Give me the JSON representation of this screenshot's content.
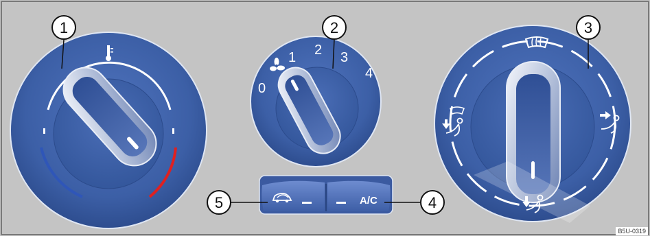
{
  "callouts": {
    "temperature": "1",
    "fan": "2",
    "air_distribution": "3",
    "ac_button": "4",
    "recirculation_button": "5"
  },
  "fan_speeds": [
    "0",
    "1",
    "2",
    "3",
    "4"
  ],
  "buttons": {
    "ac_label": "A/C",
    "recirculation_icon": "car-recirculation-icon"
  },
  "icons": {
    "temperature": "thermometer-icon",
    "fan": "fan-icon",
    "windscreen": "windscreen-defrost-icon",
    "panel_vent": "face-vent-icon",
    "footwell": "footwell-icon",
    "defrost_footwell": "defrost-footwell-icon"
  },
  "colors": {
    "dial": "#3c5fa6",
    "cold": "#2f56b8",
    "hot": "#e02020",
    "background": "#c4c4c4"
  },
  "reference_code": "B5U-0319"
}
